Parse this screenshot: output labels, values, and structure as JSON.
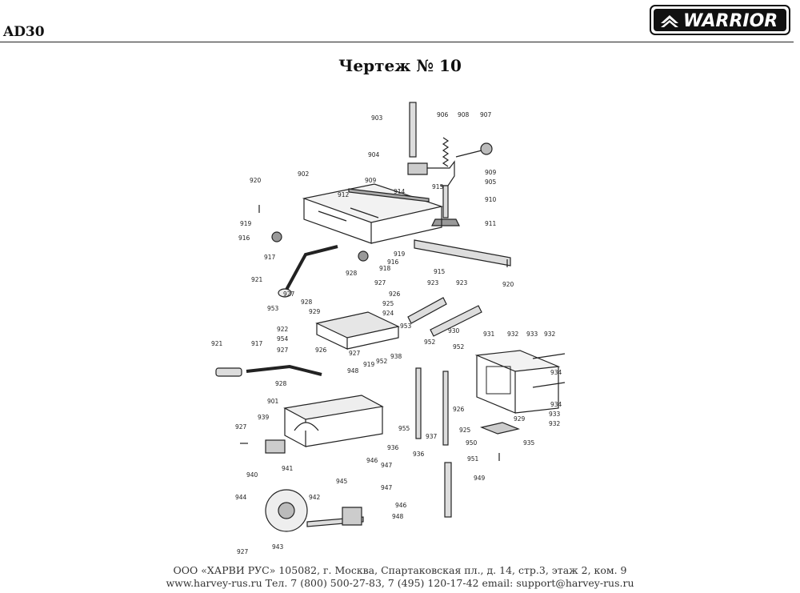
{
  "header": {
    "model": "AD30",
    "logo_text": "WARRIOR"
  },
  "title": "Чертеж № 10",
  "drawing": {
    "part_labels": [
      "903",
      "906",
      "908",
      "907",
      "904",
      "909",
      "905",
      "902",
      "909",
      "913",
      "914",
      "910",
      "920",
      "912",
      "911",
      "919",
      "916",
      "917",
      "919",
      "916",
      "918",
      "915",
      "920",
      "928",
      "921",
      "927",
      "927",
      "926",
      "928",
      "925",
      "929",
      "924",
      "953",
      "922",
      "930",
      "953",
      "923",
      "923",
      "954",
      "927",
      "926",
      "927",
      "931",
      "932",
      "933",
      "932",
      "921",
      "917",
      "952",
      "952",
      "938",
      "952",
      "919",
      "934",
      "928",
      "948",
      "901",
      "926",
      "929",
      "933",
      "932",
      "939",
      "955",
      "936",
      "937",
      "925",
      "950",
      "935",
      "927",
      "936",
      "951",
      "940",
      "946",
      "947",
      "941",
      "945",
      "947",
      "949",
      "944",
      "942",
      "946",
      "948",
      "927",
      "943",
      "934"
    ]
  },
  "footer": {
    "line1": "ООО «ХАРВИ РУС» 105082, г. Москва, Спартаковская пл., д. 14, стр.3, этаж 2, ком. 9",
    "line2": "www.harvey-rus.ru Тел. 7 (800) 500-27-83, 7 (495) 120-17-42 email: support@harvey-rus.ru"
  }
}
